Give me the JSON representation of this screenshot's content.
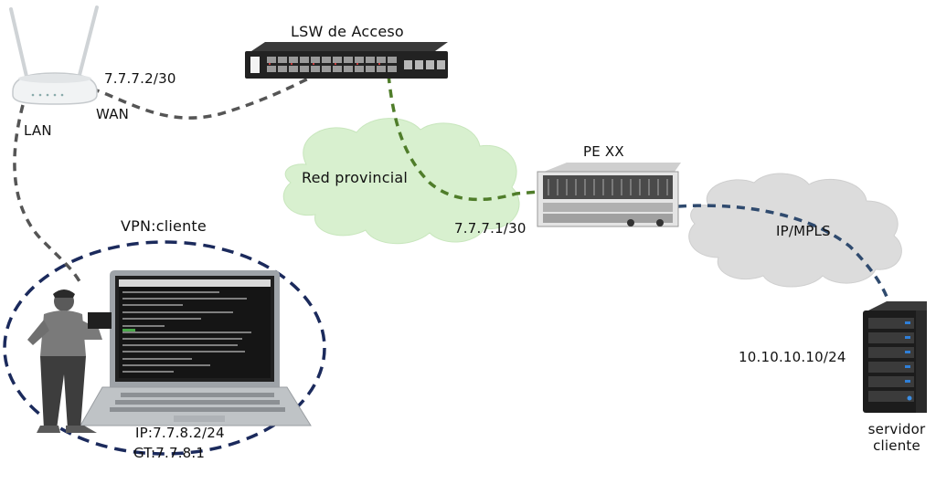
{
  "nodes": {
    "router": {
      "ip": "7.7.7.2/30",
      "lan_label": "LAN",
      "wan_label": "WAN"
    },
    "switch": {
      "label": "LSW de Acceso"
    },
    "pe": {
      "label": "PE XX",
      "ip": "7.7.7.1/30"
    },
    "clouds": {
      "provincial": "Red provincial",
      "mpls": "IP/MPLS"
    },
    "vpn": {
      "label": "VPN:cliente",
      "ip": "IP:7.7.8.2/24",
      "gateway": "GT:7.7.8.1"
    },
    "server": {
      "ip": "10.10.10.10/24",
      "label_line1": "servidor",
      "label_line2": "cliente"
    }
  },
  "colors": {
    "link_gray": "#555555",
    "link_green": "#4f7d2a",
    "link_blue": "#2f4a6e",
    "vpn_ellipse": "#1b2a5c",
    "cloud_green": "#d8f0cf",
    "cloud_gray": "#dcdcdc"
  },
  "icons": [
    "router-icon",
    "switch-icon",
    "pe-router-icon",
    "laptop-icon",
    "person-icon",
    "server-icon"
  ]
}
